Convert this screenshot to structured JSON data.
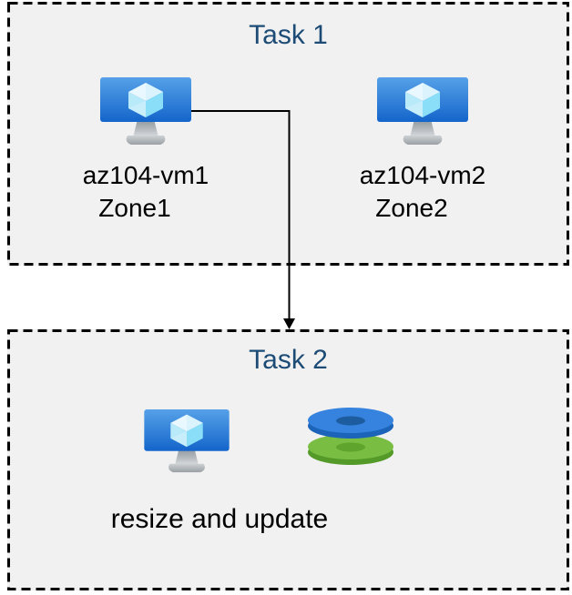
{
  "page": {
    "background": "#ffffff",
    "box_fill": "#f1f1f1",
    "box_border_color": "#000000",
    "title_color": "#1c4b75",
    "label_color": "#000000"
  },
  "task1": {
    "title": "Task 1",
    "vms": [
      {
        "name": "az104-vm1",
        "zone": "Zone1",
        "icon": "azure-virtual-machine-icon"
      },
      {
        "name": "az104-vm2",
        "zone": "Zone2",
        "icon": "azure-virtual-machine-icon"
      }
    ]
  },
  "task2": {
    "title": "Task 2",
    "caption": "resize and update",
    "icons": [
      "azure-virtual-machine-icon",
      "azure-disks-icon"
    ]
  },
  "connector": {
    "type": "elbow-arrow",
    "from": "az104-vm1",
    "to": "task2-box",
    "color": "#000000"
  },
  "icon_colors": {
    "vm_screen_gradient_top": "#56a1e8",
    "vm_screen_gradient_bottom": "#1465cb",
    "vm_cube_top": "#e8f8fe",
    "vm_cube_left": "#b9eafa",
    "vm_cube_right": "#8adef7",
    "vm_stand_gray": "#aeb4b9",
    "disk_blue_top": "#3583de",
    "disk_blue_rim": "#1b64ba",
    "disk_blue_hole": "#1d5c9e",
    "disk_green_top": "#79be42",
    "disk_green_rim": "#549a28",
    "disk_green_hole": "#5fa42c"
  }
}
